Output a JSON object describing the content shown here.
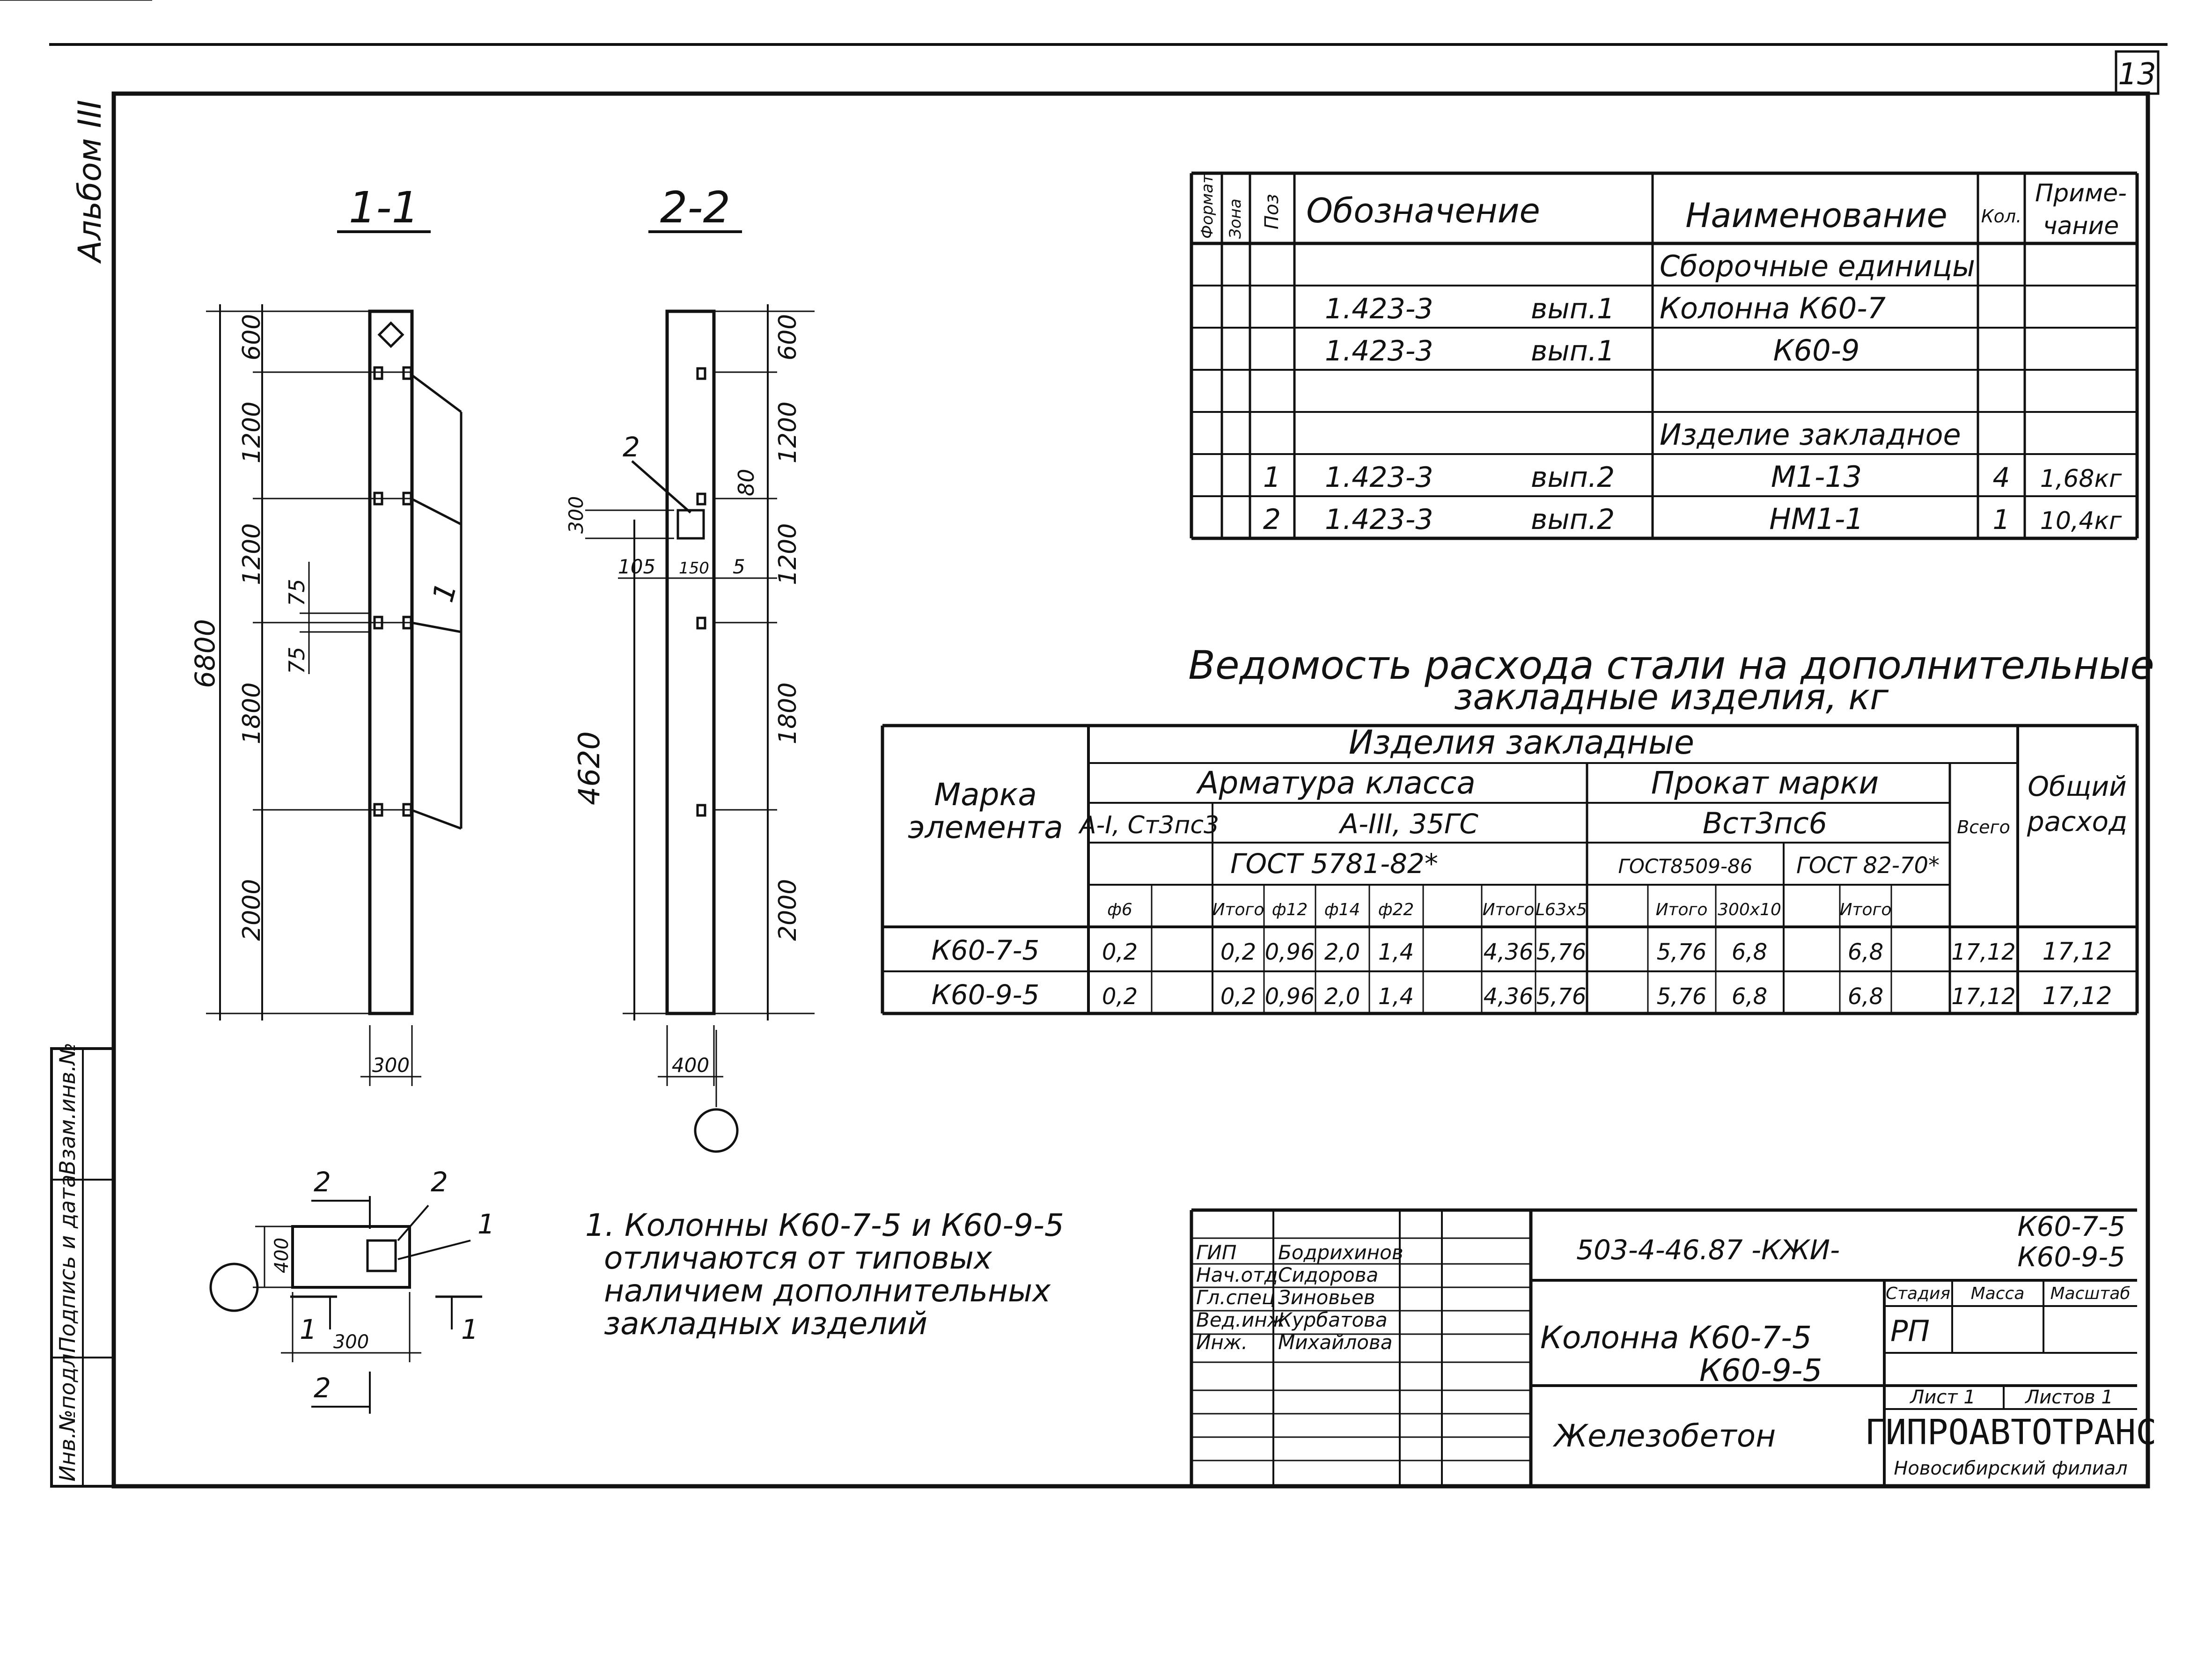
{
  "sheet_number": "13",
  "album_label": "Альбом III",
  "sections": {
    "s11": "1-1",
    "s22": "2-2",
    "dims11": [
      "600",
      "1200",
      "1200",
      "1800",
      "2000",
      "6800",
      "75",
      "75",
      "300"
    ],
    "labels11": [
      "1"
    ],
    "dims22": [
      "600",
      "1200",
      "80",
      "1200",
      "1800",
      "2000",
      "300",
      "105",
      "150",
      "5",
      "4620",
      "400"
    ],
    "labels22": [
      "2"
    ],
    "plan": [
      "2",
      "2",
      "1",
      "400",
      "300",
      "1",
      "1",
      "2"
    ]
  },
  "spec_table": {
    "headers": {
      "format": "Формат",
      "zone": "Зона",
      "pos": "Поз",
      "designation": "Обозначение",
      "name": "Наименование",
      "qty": "Кол.",
      "note_1": "Приме-",
      "note_2": "чание"
    },
    "rows": [
      {
        "pos": "",
        "desig": "",
        "issue": "",
        "name": "Сборочные единицы",
        "qty": "",
        "note": ""
      },
      {
        "pos": "",
        "desig": "1.423-3",
        "issue": "вып.1",
        "name": "Колонна  К60-7",
        "qty": "",
        "note": ""
      },
      {
        "pos": "",
        "desig": "1.423-3",
        "issue": "вып.1",
        "name": "К60-9",
        "qty": "",
        "note": ""
      },
      {
        "pos": "",
        "desig": "",
        "issue": "",
        "name": "",
        "qty": "",
        "note": ""
      },
      {
        "pos": "",
        "desig": "",
        "issue": "",
        "name": "Изделие закладное",
        "qty": "",
        "note": ""
      },
      {
        "pos": "1",
        "desig": "1.423-3",
        "issue": "вып.2",
        "name": "М1-13",
        "qty": "4",
        "note": "1,68кг"
      },
      {
        "pos": "2",
        "desig": "1.423-3",
        "issue": "вып.2",
        "name": "НМ1-1",
        "qty": "1",
        "note": "10,4кг"
      }
    ]
  },
  "steel_table": {
    "title_1": "Ведомость расхода стали на дополнительные",
    "title_2": "закладные изделия, кг",
    "h_mark_1": "Марка",
    "h_mark_2": "элемента",
    "h_embed": "Изделия закладные",
    "h_rebar": "Арматура класса",
    "h_rolled": "Прокат марки",
    "h_total_all": "Всего",
    "h_grand_1": "Общий",
    "h_grand_2": "расход",
    "h_class1": "А-I, Ст3пс3",
    "h_class2": "А-III, 35ГС",
    "h_steel": "Вст3пс6",
    "h_gost_rebar": "ГОСТ 5781-82*",
    "h_gost_a": "ГОСТ8509-86",
    "h_gost_b": "ГОСТ 82-70*",
    "sub": [
      "ф6",
      "",
      "Итого",
      "ф12",
      "ф14",
      "ф22",
      "",
      "Итого",
      "L63х5",
      "",
      "Итого",
      "300х10",
      "",
      "Итого"
    ],
    "rows": [
      {
        "mark": "К60-7-5",
        "c": [
          "0,2",
          "",
          "0,2",
          "0,96",
          "2,0",
          "1,4",
          "",
          "4,36",
          "5,76",
          "",
          "5,76",
          "6,8",
          "",
          "6,8",
          "17,12"
        ],
        "total": "17,12"
      },
      {
        "mark": "К60-9-5",
        "c": [
          "0,2",
          "",
          "0,2",
          "0,96",
          "2,0",
          "1,4",
          "",
          "4,36",
          "5,76",
          "",
          "5,76",
          "6,8",
          "",
          "6,8",
          "17,12"
        ],
        "total": "17,12"
      }
    ]
  },
  "note": {
    "line1": "1. Колонны  К60-7-5  и  К60-9-5",
    "line2": "отличаются  от  типовых",
    "line3": "наличием  дополнительных",
    "line4": "закладных   изделий"
  },
  "stamp": {
    "code": "503-4-46.87 -КЖИ-",
    "code_marks_1": "К60-7-5",
    "code_marks_2": "К60-9-5",
    "roles": [
      {
        "role": "ГИП",
        "name": "Бодрихинов"
      },
      {
        "role": "Нач.отд",
        "name": "Сидорова"
      },
      {
        "role": "Гл.спец",
        "name": "Зиновьев"
      },
      {
        "role": "Вед.инж",
        "name": "Курбатова"
      },
      {
        "role": "Инж.",
        "name": "Михайлова"
      }
    ],
    "title_1": "Колонна  К60-7-5",
    "title_2": "К60-9-5",
    "material": "Железобетон",
    "stage_label": "Стадия",
    "mass_label": "Масса",
    "scale_label": "Масштаб",
    "stage": "РП",
    "sheet": "Лист 1",
    "sheets": "Листов 1",
    "org": "ГИПРОАВТОТРАНС",
    "branch": "Новосибирский филиал"
  },
  "side_stamp": [
    "Инв.№подл.",
    "Подпись и дата",
    "Взам.инв.№"
  ]
}
